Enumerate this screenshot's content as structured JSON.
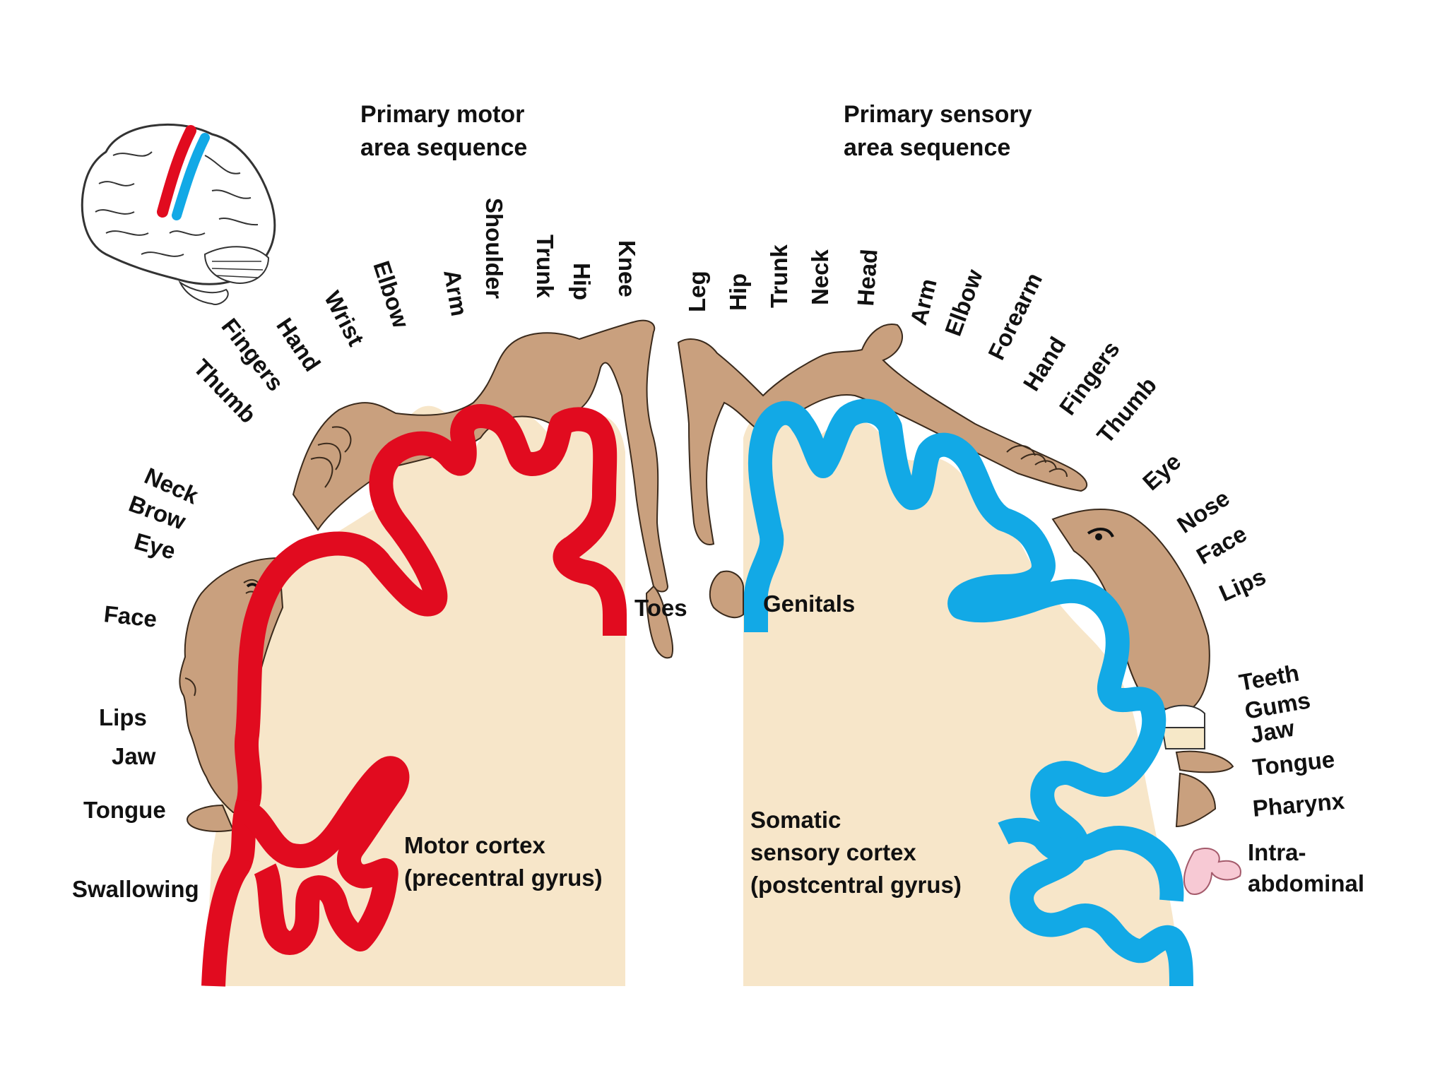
{
  "headings": {
    "motor_line1": "Primary motor",
    "motor_line2": "area sequence",
    "sensory_line1": "Primary sensory",
    "sensory_line2": "area sequence"
  },
  "motor_labels": {
    "knee": "Knee",
    "hip": "Hip",
    "trunk": "Trunk",
    "shoulder": "Shoulder",
    "arm": "Arm",
    "elbow": "Elbow",
    "wrist": "Wrist",
    "hand": "Hand",
    "fingers": "Fingers",
    "thumb": "Thumb",
    "neck": "Neck",
    "brow": "Brow",
    "eye": "Eye",
    "face": "Face",
    "lips": "Lips",
    "jaw": "Jaw",
    "tongue": "Tongue",
    "swallowing": "Swallowing",
    "toes": "Toes"
  },
  "sensory_labels": {
    "leg": "Leg",
    "hip": "Hip",
    "trunk": "Trunk",
    "neck": "Neck",
    "head": "Head",
    "arm": "Arm",
    "elbow": "Elbow",
    "forearm": "Forearm",
    "hand": "Hand",
    "fingers": "Fingers",
    "thumb": "Thumb",
    "eye": "Eye",
    "nose": "Nose",
    "face": "Face",
    "lips": "Lips",
    "teeth": "Teeth",
    "gums": "Gums",
    "jaw": "Jaw",
    "tongue": "Tongue",
    "pharynx": "Pharynx",
    "intra_line1": "Intra-",
    "intra_line2": "abdominal",
    "genitals": "Genitals"
  },
  "cortex_labels": {
    "motor_line1": "Motor cortex",
    "motor_line2": "(precentral gyrus)",
    "sensory_line1": "Somatic",
    "sensory_line2": "sensory cortex",
    "sensory_line3": "(postcentral gyrus)"
  },
  "colors": {
    "motor_cortex": "#e10b1f",
    "sensory_cortex": "#12a9e6",
    "brain_tissue": "#f7e6c9",
    "homunculus_skin": "#c9a07e"
  },
  "icons": {
    "brain_inset": "brain-lateral-view-icon"
  }
}
